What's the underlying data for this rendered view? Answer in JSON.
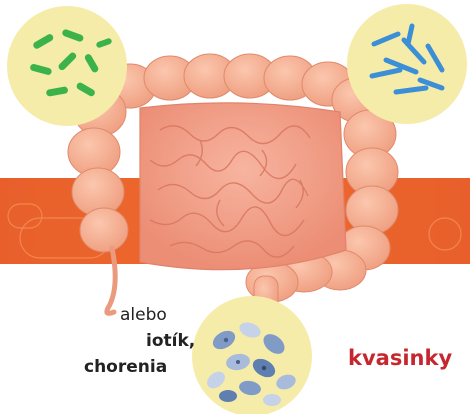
{
  "caption": {
    "line1": "alebo",
    "line2": "iotík,",
    "line3": "chorenia"
  },
  "labels": {
    "yeast": "kvasinky"
  },
  "icons": {
    "top_left_bubble": "green-bacteria-icon",
    "top_right_bubble": "blue-bacteria-icon",
    "bottom_bubble": "yeast-cells-icon",
    "center": "intestine-icon"
  },
  "colors": {
    "band": "#ea642b",
    "bubble": "#f6ecaa",
    "intestine": "#f19c83",
    "green_bacteria": "#3cb34a",
    "blue_bacteria": "#3b8fd6",
    "yeast": "#7f9bc6",
    "label_red": "#c6262e"
  }
}
